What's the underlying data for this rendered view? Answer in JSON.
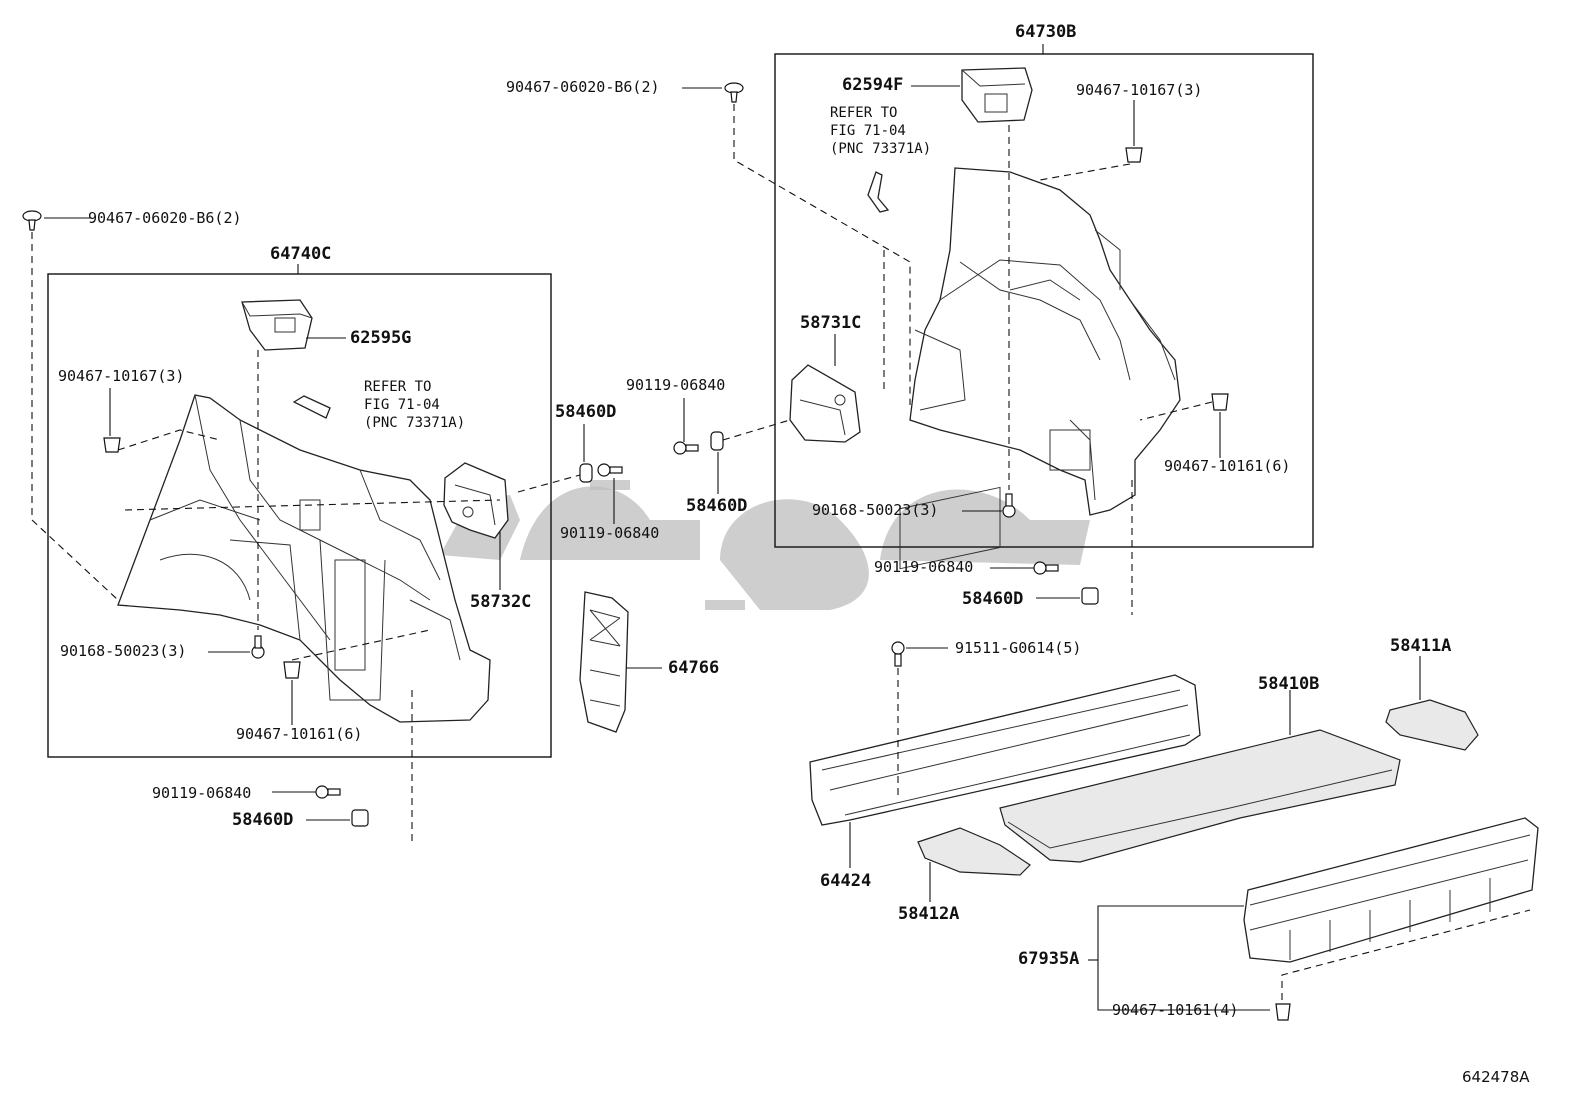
{
  "labels": {
    "assy_left": "64740C",
    "assy_right": "64730B",
    "pn_62595g": "62595G",
    "pn_62594f": "62594F",
    "pn_58731c": "58731C",
    "pn_58732c": "58732C",
    "pn_58460d_a": "58460D",
    "pn_58460d_b": "58460D",
    "pn_58460d_c": "58460D",
    "pn_58460d_d": "58460D",
    "pn_64766": "64766",
    "pn_64424": "64424",
    "pn_58410b": "58410B",
    "pn_58411a": "58411A",
    "pn_58412a": "58412A",
    "pn_67935a": "67935A",
    "f_90467_06020_l": "90467-06020-B6(2)",
    "f_90467_06020_r": "90467-06020-B6(2)",
    "f_90467_10167_l": "90467-10167(3)",
    "f_90467_10167_r": "90467-10167(3)",
    "f_90168_50023_l": "90168-50023(3)",
    "f_90168_50023_r": "90168-50023(3)",
    "f_90467_10161_l": "90467-10161(6)",
    "f_90467_10161_r": "90467-10161(6)",
    "f_90467_10161_4": "90467-10161(4)",
    "f_90119_06840_a": "90119-06840",
    "f_90119_06840_b": "90119-06840",
    "f_90119_06840_c": "90119-06840",
    "f_90119_06840_d": "90119-06840",
    "f_91511_g0614": "91511-G0614(5)",
    "refer_left": "REFER TO\nFIG 71-04\n(PNC 73371A)",
    "refer_right": "REFER TO\nFIG 71-04\n(PNC 73371A)",
    "figure_code": "642478A"
  },
  "icons": {
    "fastener": "clip-icon",
    "bolt": "screw-icon"
  }
}
